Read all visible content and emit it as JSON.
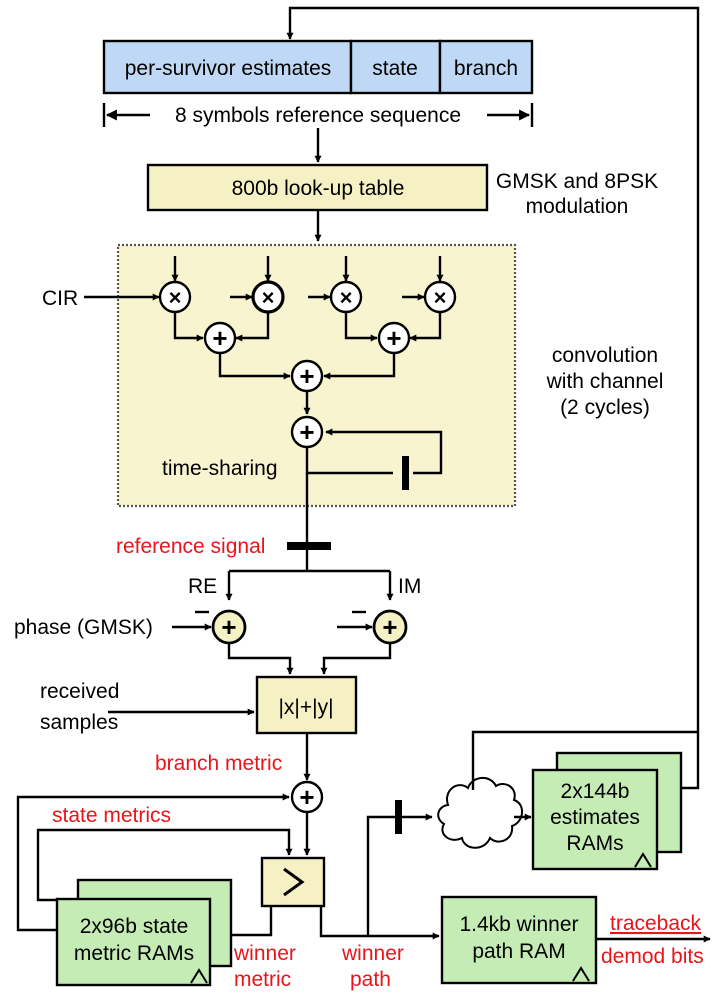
{
  "colors": {
    "estimates_field_fill": "#bed8f5",
    "block_fill": "#f6f1c4",
    "ram_fill": "#c6ecb6",
    "conv_region_fill": "#f8f4cf",
    "signal_label": "#e8151b",
    "line": "#000000"
  },
  "register": {
    "fields": [
      "per-survivor estimates",
      "state",
      "branch"
    ],
    "span_label": "8 symbols reference sequence"
  },
  "lookup": {
    "label": "800b look-up table",
    "note_line1": "GMSK and 8PSK",
    "note_line2": "modulation"
  },
  "convolution": {
    "input_label": "CIR",
    "note_line1": "convolution",
    "note_line2": "with channel",
    "note_line3": "(2 cycles)",
    "timesharing_label": "time-sharing",
    "multiply_symbol": "⊗",
    "add_symbol": "⊕"
  },
  "phase": {
    "reference_signal_label": "reference signal",
    "re_label": "RE",
    "im_label": "IM",
    "phase_label": "phase (GMSK)"
  },
  "metric": {
    "abs_label": "|x|+|y|",
    "received_line1": "received",
    "received_line2": "samples",
    "branch_metric_label": "branch metric",
    "state_metrics_label": "state metrics",
    "compare_symbol": ">",
    "winner_metric_line1": "winner",
    "winner_metric_line2": "metric",
    "winner_path_line1": "winner",
    "winner_path_line2": "path"
  },
  "rams": {
    "state_line1": "2x96b state",
    "state_line2": "metric RAMs",
    "estimates_line1": "2x144b",
    "estimates_line2": "estimates",
    "estimates_line3": "RAMs",
    "winner_line1": "1.4kb winner",
    "winner_line2": "path RAM"
  },
  "output": {
    "traceback_label": "traceback",
    "demod_label": "demod bits"
  }
}
